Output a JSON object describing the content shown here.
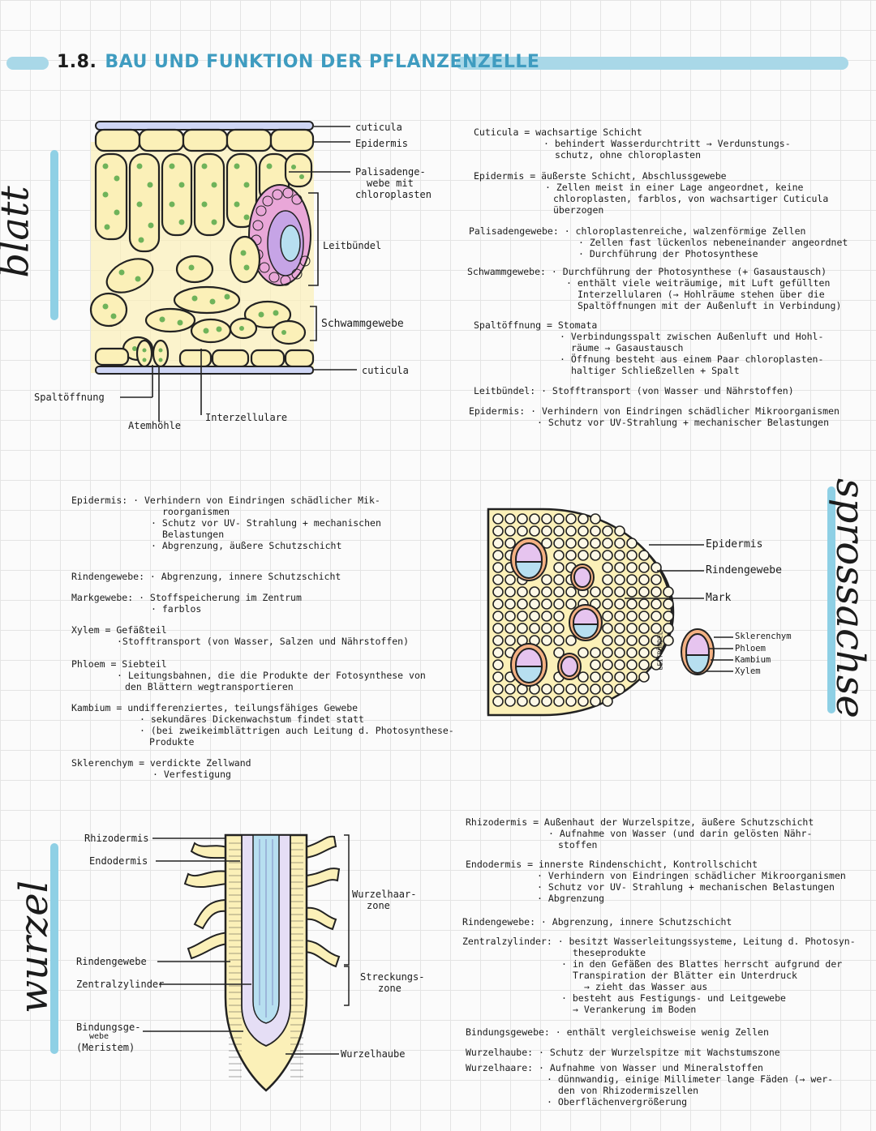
{
  "header": {
    "number": "1.8.",
    "title": "BAU UND FUNKTION DER PFLANZENZELLE"
  },
  "sections": {
    "blatt": "blatt",
    "sprossachse": "sprossachse",
    "wurzel": "wurzel"
  },
  "colors": {
    "accent": "#a9d8e8",
    "title": "#3f9cc0",
    "leaf_cell": "#fbf0b8",
    "chloroplast": "#6fb35a",
    "vein_pink": "#e9a7d8",
    "vein_purple": "#c6a4e6",
    "vein_blue": "#b7dff0",
    "cambium": "#f4b183"
  },
  "leaf_labels": {
    "cuticula_top": "cuticula",
    "epidermis": "Epidermis",
    "palisade": [
      "Palisadenge-",
      "webe mit",
      "chloroplasten"
    ],
    "leitbuendel": "Leitbündel",
    "schwamm": "Schwammgewebe",
    "cuticula_bottom": "cuticula",
    "spalt": "Spaltöffnung",
    "atem": "Atemhöhle",
    "inter": "Interzellulare"
  },
  "leaf_notes": [
    [
      "Cuticula = wachsartige Schicht"
    ],
    [
      "· behindert Wasserdurchtritt → Verdunstungs-",
      "schutz, ohne chloroplasten"
    ],
    [
      "Epidermis = äußerste Schicht, Abschlussgewebe"
    ],
    [
      "· Zellen meist in einer Lage angeordnet, keine",
      "chloroplasten, farblos, von wachsartiger Cuticula",
      "überzogen"
    ],
    [
      "Palisadengewebe: · chloroplastenreiche, walzenförmige Zellen",
      "· Zellen fast lückenlos nebeneinander angeordnet",
      "· Durchführung der Photosynthese"
    ],
    [
      "Schwammgewebe: · Durchführung der Photosynthese (+ Gasaustausch)",
      "· enthält viele weiträumige, mit Luft gefüllten",
      "Interzellularen (→ Hohlräume stehen über die",
      "Spaltöffnungen mit der Außenluft in Verbindung)"
    ],
    [
      "Spaltöffnung = Stomata",
      "· Verbindungsspalt zwischen Außenluft und Hohl-",
      "räume → Gasaustausch",
      "· Öffnung besteht aus einem Paar chloroplasten-",
      "haltiger Schließzellen + Spalt"
    ],
    [
      "Leitbündel: · Stofftransport (von Wasser und Nährstoffen)"
    ],
    [
      "Epidermis: · Verhindern von Eindringen schädlicher Mikroorganismen",
      "· Schutz vor UV-Strahlung + mechanischer Belastungen"
    ]
  ],
  "stem_notes": [
    [
      "Epidermis: · Verhindern von Eindringen schädlicher Mik-",
      "roorganismen",
      "· Schutz vor UV- Strahlung + mechanischen",
      "Belastungen",
      "· Abgrenzung, äußere Schutzschicht"
    ],
    [
      "Rindengewebe: · Abgrenzung, innere Schutzschicht"
    ],
    [
      "Markgewebe: · Stoffspeicherung im Zentrum",
      "· farblos"
    ],
    [
      "Xylem = Gefäßteil",
      "·Stofftransport (von Wasser, Salzen und Nährstoffen)"
    ],
    [
      "Phloem = Siebteil",
      "· Leitungsbahnen, die die Produkte der Fotosynthese von",
      "den Blättern wegtransportieren"
    ],
    [
      "Kambium = undifferenziertes, teilungsfähiges Gewebe",
      "· sekundäres Dickenwachstum findet statt",
      "· (bei zweikeimblättrigen auch Leitung d. Photosynthese-",
      "Produkte"
    ],
    [
      "Sklerenchym = verdickte Zellwand",
      "· Verfestigung"
    ]
  ],
  "stem_labels": {
    "epidermis": "Epidermis",
    "rinde": "Rindengewebe",
    "mark": "Mark",
    "leitbuendel": "LEITBÜNDEL",
    "skler": "Sklerenchym",
    "phloem": "Phloem",
    "kambium": "Kambium",
    "xylem": "Xylem"
  },
  "root_labels": {
    "rhizo": "Rhizodermis",
    "endo": "Endodermis",
    "rinde": "Rindengewebe",
    "zentral": "Zentralzylinder",
    "bind": [
      "Bindungsge-",
      "webe",
      "(Meristem)"
    ],
    "haar": [
      "Wurzelhaar-",
      "zone"
    ],
    "streck": [
      "Streckungs-",
      "zone"
    ],
    "haube": "Wurzelhaube"
  },
  "root_notes": [
    [
      "Rhizodermis = Außenhaut der Wurzelspitze, äußere Schutzschicht",
      "· Aufnahme von Wasser (und darin gelösten Nähr-",
      "stoffen"
    ],
    [
      "Endodermis = innerste Rindenschicht, Kontrollschicht",
      "· Verhindern von Eindringen schädlicher Mikroorganismen",
      "· Schutz vor UV- Strahlung + mechanischen Belastungen",
      "· Abgrenzung"
    ],
    [
      "Rindengewebe: · Abgrenzung, innere Schutzschicht"
    ],
    [
      "Zentralzylinder: · besitzt Wasserleitungssysteme, Leitung d. Photosyn-",
      "theseprodukte",
      "· in den Gefäßen des Blattes herrscht aufgrund der",
      "Transpiration der Blätter ein Unterdruck",
      "→ zieht das Wasser aus",
      "· besteht aus Festigungs- und Leitgewebe",
      "→ Verankerung im Boden"
    ],
    [
      "Bindungsgewebe: · enthält vergleichsweise wenig Zellen"
    ],
    [
      "Wurzelhaube: · Schutz der Wurzelspitze mit Wachstumszone"
    ],
    [
      "Wurzelhaare: · Aufnahme von Wasser und Mineralstoffen",
      "· dünnwandig, einige Millimeter lange Fäden (→ wer-",
      "den von Rhizodermiszellen",
      "· Oberflächenvergrößerung"
    ]
  ]
}
